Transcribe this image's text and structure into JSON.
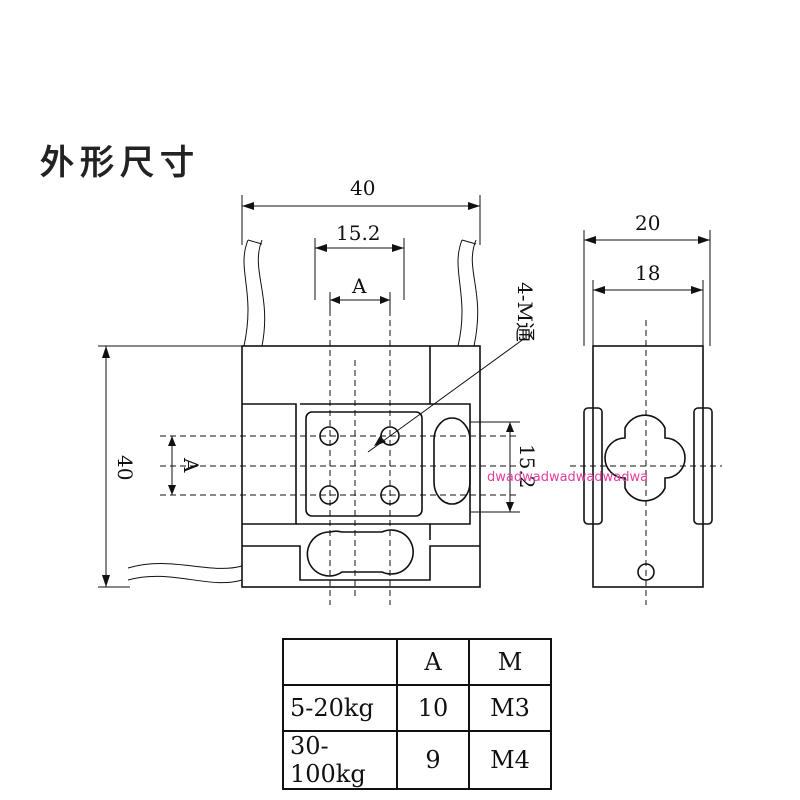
{
  "title": "外形尺寸",
  "front_view": {
    "dim_width": "40",
    "dim_hole_x": "15.2",
    "dim_a_top": "A",
    "dim_height": "40",
    "dim_a_left": "A",
    "dim_hole_y": "15.2",
    "hole_label": "4-M通"
  },
  "side_view": {
    "dim_outer": "20",
    "dim_inner": "18"
  },
  "table": {
    "headers": [
      "",
      "A",
      "M"
    ],
    "rows": [
      [
        "5-20kg",
        "10",
        "M3"
      ],
      [
        "30-100kg",
        "9",
        "M4"
      ]
    ]
  },
  "watermark": "dwadwadwadwadwadwa"
}
